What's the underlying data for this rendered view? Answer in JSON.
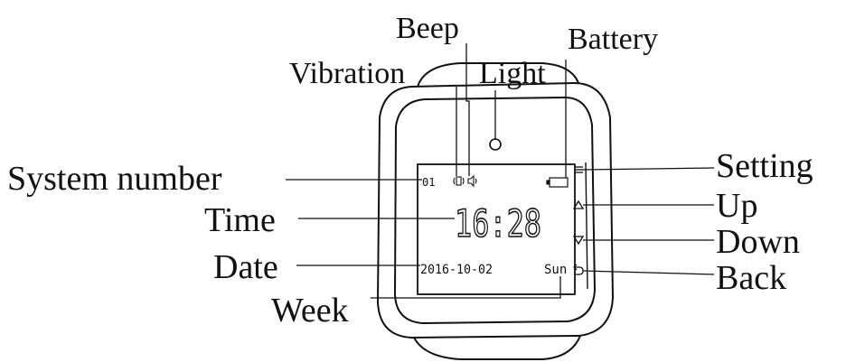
{
  "labels": {
    "beep": "Beep",
    "vibration": "Vibration",
    "light": "Light",
    "battery": "Battery",
    "system_number": "System number",
    "time": "Time",
    "date": "Date",
    "week": "Week",
    "setting": "Setting",
    "up": "Up",
    "down": "Down",
    "back": "Back"
  },
  "display": {
    "system_number": "01",
    "time": "16:28",
    "date": "2016-10-02",
    "weekday": "Sun"
  },
  "icons": {
    "vibration": "vibration-icon",
    "beep": "speaker-icon",
    "battery": "battery-icon",
    "setting": "menu-icon",
    "up": "triangle-up-icon",
    "down": "triangle-down-icon",
    "back": "back-arrow-icon",
    "light": "light-sensor-icon"
  },
  "colors": {
    "ink": "#111111",
    "background": "#ffffff"
  }
}
